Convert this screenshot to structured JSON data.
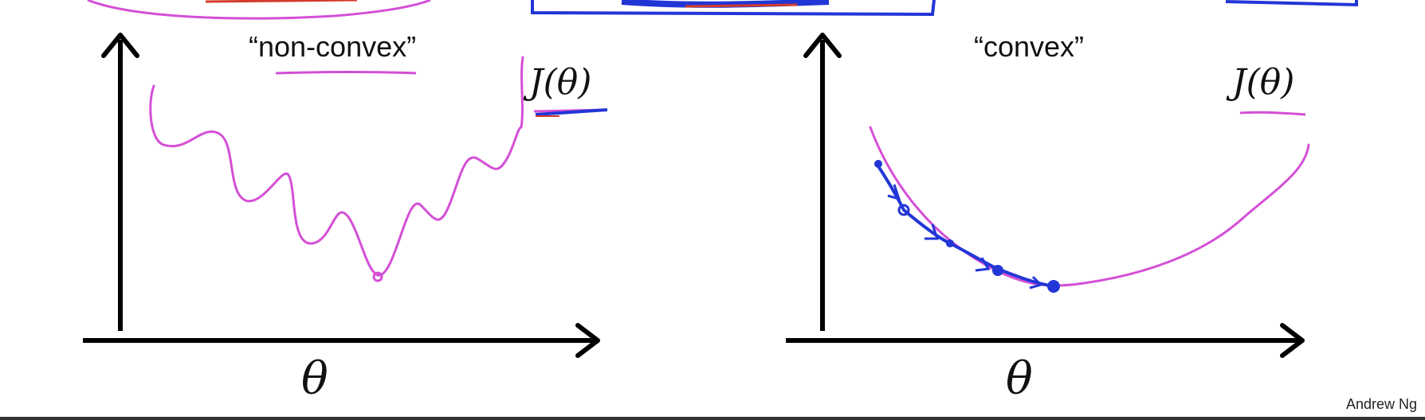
{
  "panels": [
    {
      "title": "“non-convex”",
      "function_label": "J(θ)",
      "x_axis_label": "θ",
      "curve_color": "#d44fd6",
      "marker_color": "#d44fd6"
    },
    {
      "title": "“convex”",
      "function_label": "J(θ)",
      "x_axis_label": "θ",
      "curve_color": "#d44fd6",
      "marker_color": "#2236d6"
    }
  ],
  "credit": "Andrew Ng",
  "colors": {
    "axis": "#000000",
    "magenta": "#d44fd6",
    "blue": "#2236d6",
    "red": "#d33b2a"
  },
  "icons": [
    "arrow-up-icon",
    "arrow-right-icon"
  ]
}
